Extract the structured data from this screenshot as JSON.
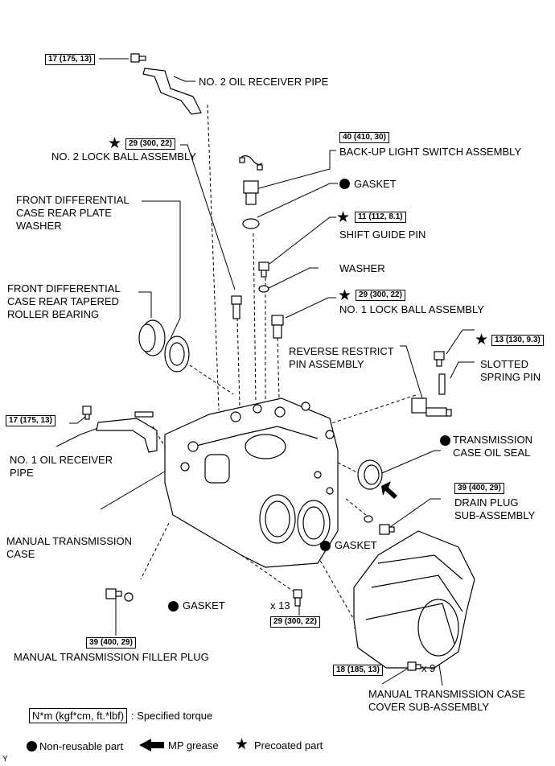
{
  "torque_specs": {
    "oil_receiver_pipe_2": "17 (175, 13)",
    "lock_ball_2": "29 (300, 22)",
    "backup_light_switch": "40 (410, 30)",
    "shift_guide_pin": "11 (112, 8.1)",
    "lock_ball_1": "29 (300, 22)",
    "slotted_pin": "13 (130, 9.3)",
    "oil_receiver_pipe_1": "17 (175, 13)",
    "drain_plug": "39 (400, 29)",
    "case_bolts": "29 (300, 22)",
    "filler_plug": "39 (400, 29)",
    "cover_bolts": "18 (185, 13)"
  },
  "labels": {
    "no2_oil_receiver_pipe": "NO. 2 OIL RECEIVER PIPE",
    "no2_lock_ball": "NO. 2 LOCK BALL ASSEMBLY",
    "backup_light_switch": "BACK-UP LIGHT SWITCH ASSEMBLY",
    "gasket": "GASKET",
    "shift_guide_pin": "SHIFT GUIDE PIN",
    "washer": "WASHER",
    "no1_lock_ball": "NO. 1 LOCK BALL ASSEMBLY",
    "front_diff_washer_1": "FRONT DIFFERENTIAL",
    "front_diff_washer_2": "CASE REAR PLATE",
    "front_diff_washer_3": "WASHER",
    "front_diff_bearing_1": "FRONT DIFFERENTIAL",
    "front_diff_bearing_2": "CASE REAR TAPERED",
    "front_diff_bearing_3": "ROLLER BEARING",
    "reverse_restrict_1": "REVERSE RESTRICT",
    "reverse_restrict_2": "PIN ASSEMBLY",
    "slotted_pin_1": "SLOTTED",
    "slotted_pin_2": "SPRING PIN",
    "no1_oil_receiver_1": "NO. 1 OIL RECEIVER",
    "no1_oil_receiver_2": "PIPE",
    "oil_seal_1": "TRANSMISSION",
    "oil_seal_2": "CASE OIL SEAL",
    "drain_plug_1": "DRAIN PLUG",
    "drain_plug_2": "SUB-ASSEMBLY",
    "manual_case_1": "MANUAL TRANSMISSION",
    "manual_case_2": "CASE",
    "filler_plug": "MANUAL TRANSMISSION FILLER PLUG",
    "cover_1": "MANUAL TRANSMISSION CASE",
    "cover_2": "COVER SUB-ASSEMBLY",
    "qty_13": "x 13",
    "qty_9": "x 9"
  },
  "legend": {
    "torque_box": "N*m (kgf*cm, ft.*lbf)",
    "torque_desc": ": Specified torque",
    "non_reusable": "Non-reusable part",
    "mp_grease": "MP grease",
    "precoated": "Precoated part"
  },
  "footer_code": "Y"
}
